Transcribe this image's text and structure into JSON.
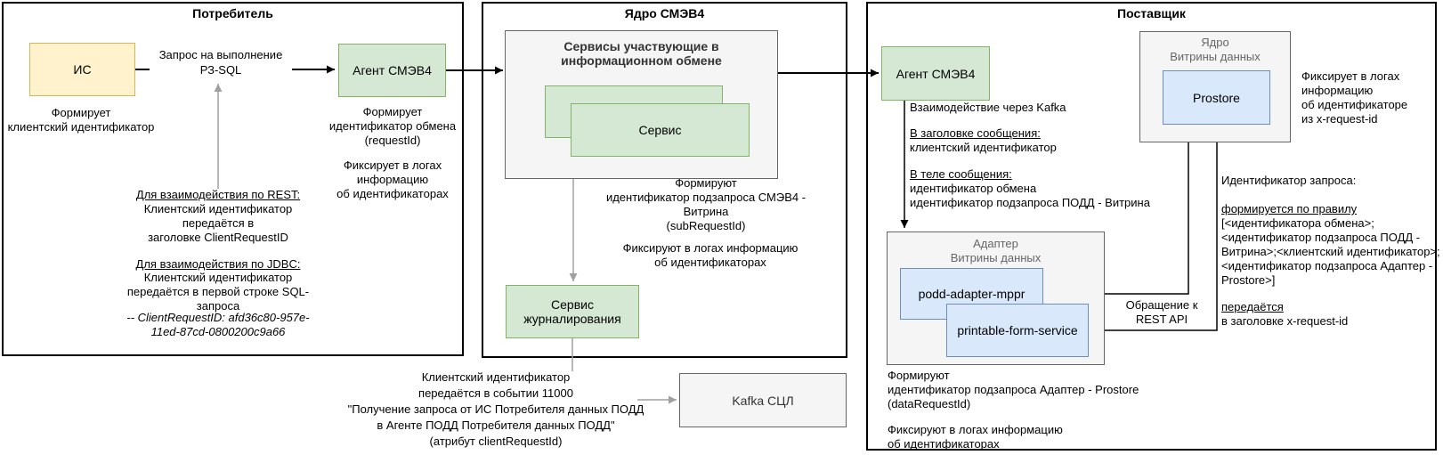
{
  "palette": {
    "system_fill": "#FFF2CC",
    "system_border": "#D6B656",
    "agent_fill": "#D5E8D4",
    "agent_border": "#82B366",
    "service_fill": "#DAE8FC",
    "service_border": "#6C8EBF",
    "container_fill": "#F5F5F5",
    "container_border": "#666666"
  },
  "consumer": {
    "title": "Потребитель",
    "is_box": "ИС",
    "is_note": "Формирует\nклиентский идентификатор",
    "request_label": "Запрос на выполнение\nРЗ-SQL",
    "agent_box": "Агент СМЭВ4",
    "agent_note_1": "Формирует\nидентификатор обмена\n(requestId)",
    "agent_note_2": "Фиксирует в логах\nинформацию\nоб идентификаторах",
    "rest_heading": "Для взаимодействия по REST:",
    "rest_body": "Клиентский идентификатор\nпередаётся в\nзаголовке ClientRequestID",
    "jdbc_heading": "Для взаимодействия по JDBC:",
    "jdbc_body": "Клиентский идентификатор\nпередаётся в первой строке SQL-\nзапроса",
    "jdbc_example": "-- ClientRequestID: afd36c80-957e-\n11ed-87cd-0800200c9a66"
  },
  "core": {
    "title": "Ядро СМЭВ4",
    "services_title": "Сервисы участвующие в\nинформационном обмене",
    "service_box": "Сервис",
    "subrequest_note": "Формируют\nидентификатор подзапроса СМЭВ4 -\nВитрина\n(subRequestId)",
    "logs_note": "Фиксируют в логах информацию\nоб идентификаторах",
    "journal_box": "Сервис\nжурналирования",
    "event_note": "Клиентский идентификатор\nпередаётся в событии 11000\n\"Получение запроса от ИС Потребителя данных ПОДД\nв Агенте ПОДД Потребителя данных ПОДД\"\n(атрибут clientRequestId)",
    "kafka_box": "Kafka СЦЛ"
  },
  "provider": {
    "title": "Поставщик",
    "agent_box": "Агент СМЭВ4",
    "kafka_note": "Взаимодействие через Kafka",
    "msg_header_heading": "В заголовке сообщения:",
    "msg_header_body": "клиентский идентификатор",
    "msg_body_heading": "В теле сообщения:",
    "msg_body_body": "идентификатор обмена\nидентификатор подзапроса ПОДД - Витрина",
    "core_title": "Ядро\nВитрины данных",
    "prostore_box": "Prostore",
    "prostore_note": "Фиксирует в логах\nинформацию\nоб идентификаторе\nиз x-request-id",
    "adapter_title": "Адаптер\nВитрины данных",
    "podd_box": "podd-adapter-mppr",
    "printable_box": "printable-form-service",
    "rest_api_label": "Обращение к\nREST API",
    "request_id_heading": "Идентификатор запроса:",
    "rule_heading": "формируется по правилу",
    "rule_body": "[<идентификатора обмена>;\n<идентификатор подзапроса ПОДД -\nВитрина>;<клиентский идентификатор>;\n<идентификатор подзапроса Адаптер -\nProstore>]",
    "passed_heading": "передаётся",
    "passed_body": "в заголовке x-request-id",
    "adapter_note_1": "Формируют\nидентификатор подзапроса Адаптер - Prostore\n(dataRequestId)",
    "adapter_note_2": "Фиксируют в логах информацию\nоб идентификаторах"
  }
}
